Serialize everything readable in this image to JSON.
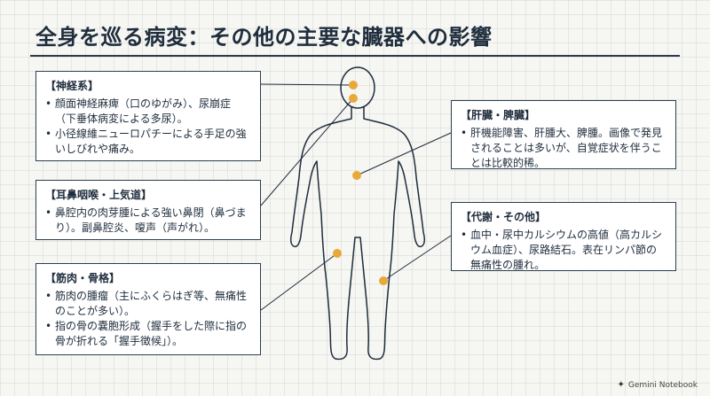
{
  "title": "全身を巡る病変：その他の主要な臓器への影響",
  "boxes": {
    "nervous": {
      "title": "【神経系】",
      "items": [
        "顔面神経麻痺（口のゆがみ）、尿崩症（下垂体病変による多尿）。",
        "小径線維ニューロパチーによる手足の強いしびれや痛み。"
      ]
    },
    "ent": {
      "title": "【耳鼻咽喉・上気道】",
      "items": [
        "鼻腔内の肉芽腫による強い鼻閉（鼻づまり）。副鼻腔炎、嗄声（声がれ）。"
      ]
    },
    "muscle": {
      "title": "【筋肉・骨格】",
      "items": [
        "筋肉の腫瘤（主にふくらはぎ等、無痛性のことが多い）。",
        "指の骨の嚢胞形成（握手をした際に指の骨が折れる「握手徴候」）。"
      ]
    },
    "liver": {
      "title": "【肝臓・脾臓】",
      "items": [
        "肝機能障害、肝腫大、脾腫。画像で発見されることは多いが、自覚症状を伴うことは比較的稀。"
      ]
    },
    "metabolic": {
      "title": "【代謝・その他】",
      "items": [
        "血中・尿中カルシウムの高値（高カルシウム血症）、尿路結石。表在リンパ節の無痛性の腫れ。"
      ]
    }
  },
  "footer": {
    "brand": "Gemini Notebook",
    "icon": "gemini-sparkle-icon"
  },
  "colors": {
    "dot": "#e8a93a",
    "ink": "#1f2d3d",
    "outline": "#2c3e50"
  }
}
